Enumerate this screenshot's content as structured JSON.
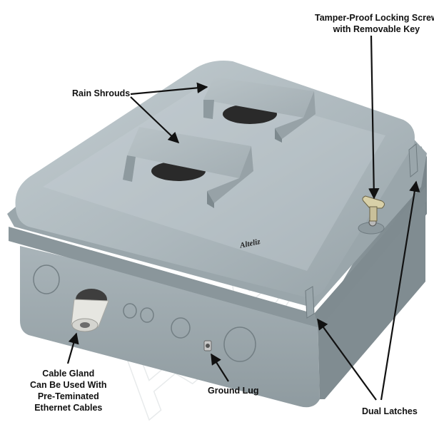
{
  "labels": {
    "rain_shrouds": "Rain Shrouds",
    "tamper_line1": "Tamper-Proof Locking Screw",
    "tamper_line2": "with Removable Key",
    "cable_gland_line1": "Cable Gland",
    "cable_gland_line2": "Can Be Used With",
    "cable_gland_line3": "Pre-Teminated",
    "cable_gland_line4": "Ethernet Cables",
    "ground_lug": "Ground Lug",
    "dual_latches": "Dual Latches"
  },
  "brand_logo": "Alteliz",
  "watermark": "Alteliz",
  "colors": {
    "enclosure_light": "#b4bfc3",
    "enclosure_mid": "#9aa6ab",
    "enclosure_dark": "#7c888d",
    "gland": "#e6e6e1",
    "arrow": "#111111"
  },
  "icons": {
    "arrow": "arrow-icon",
    "key": "key-icon"
  }
}
